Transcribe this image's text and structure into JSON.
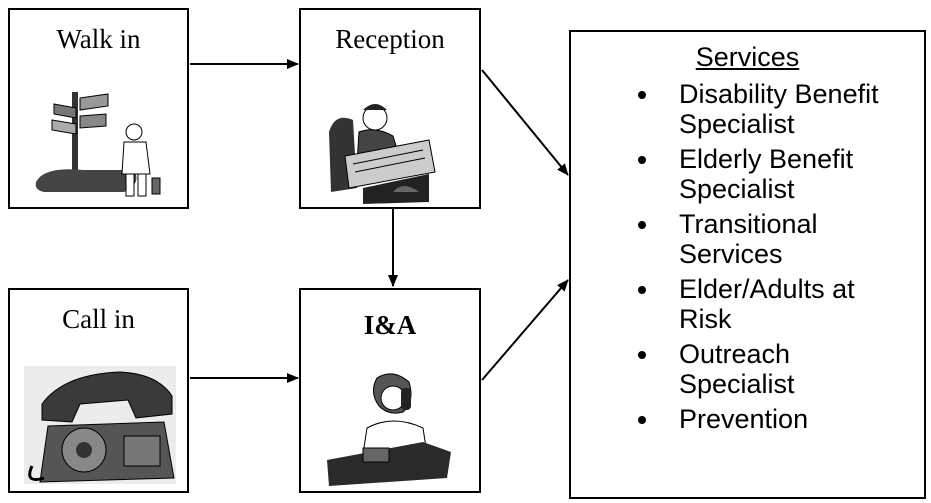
{
  "nodes": {
    "walk_in": "Walk in",
    "reception": "Reception",
    "call_in": "Call in",
    "ia": "I&A"
  },
  "services": {
    "title": "Services",
    "items": [
      {
        "line1": "Disability Benefit",
        "line2": "Specialist"
      },
      {
        "line1": "Elderly Benefit",
        "line2": "Specialist"
      },
      {
        "line1": "Transitional",
        "line2": "Services"
      },
      {
        "line1": "Elder/Adults at",
        "line2": "Risk"
      },
      {
        "line1": "Outreach",
        "line2": "Specialist"
      },
      {
        "line1": "Prevention",
        "line2": ""
      }
    ]
  },
  "icons": {
    "walk_in": "person-at-signpost-icon",
    "reception": "receptionist-at-desk-icon",
    "call_in": "telephone-icon",
    "ia": "person-on-phone-at-desk-icon"
  }
}
